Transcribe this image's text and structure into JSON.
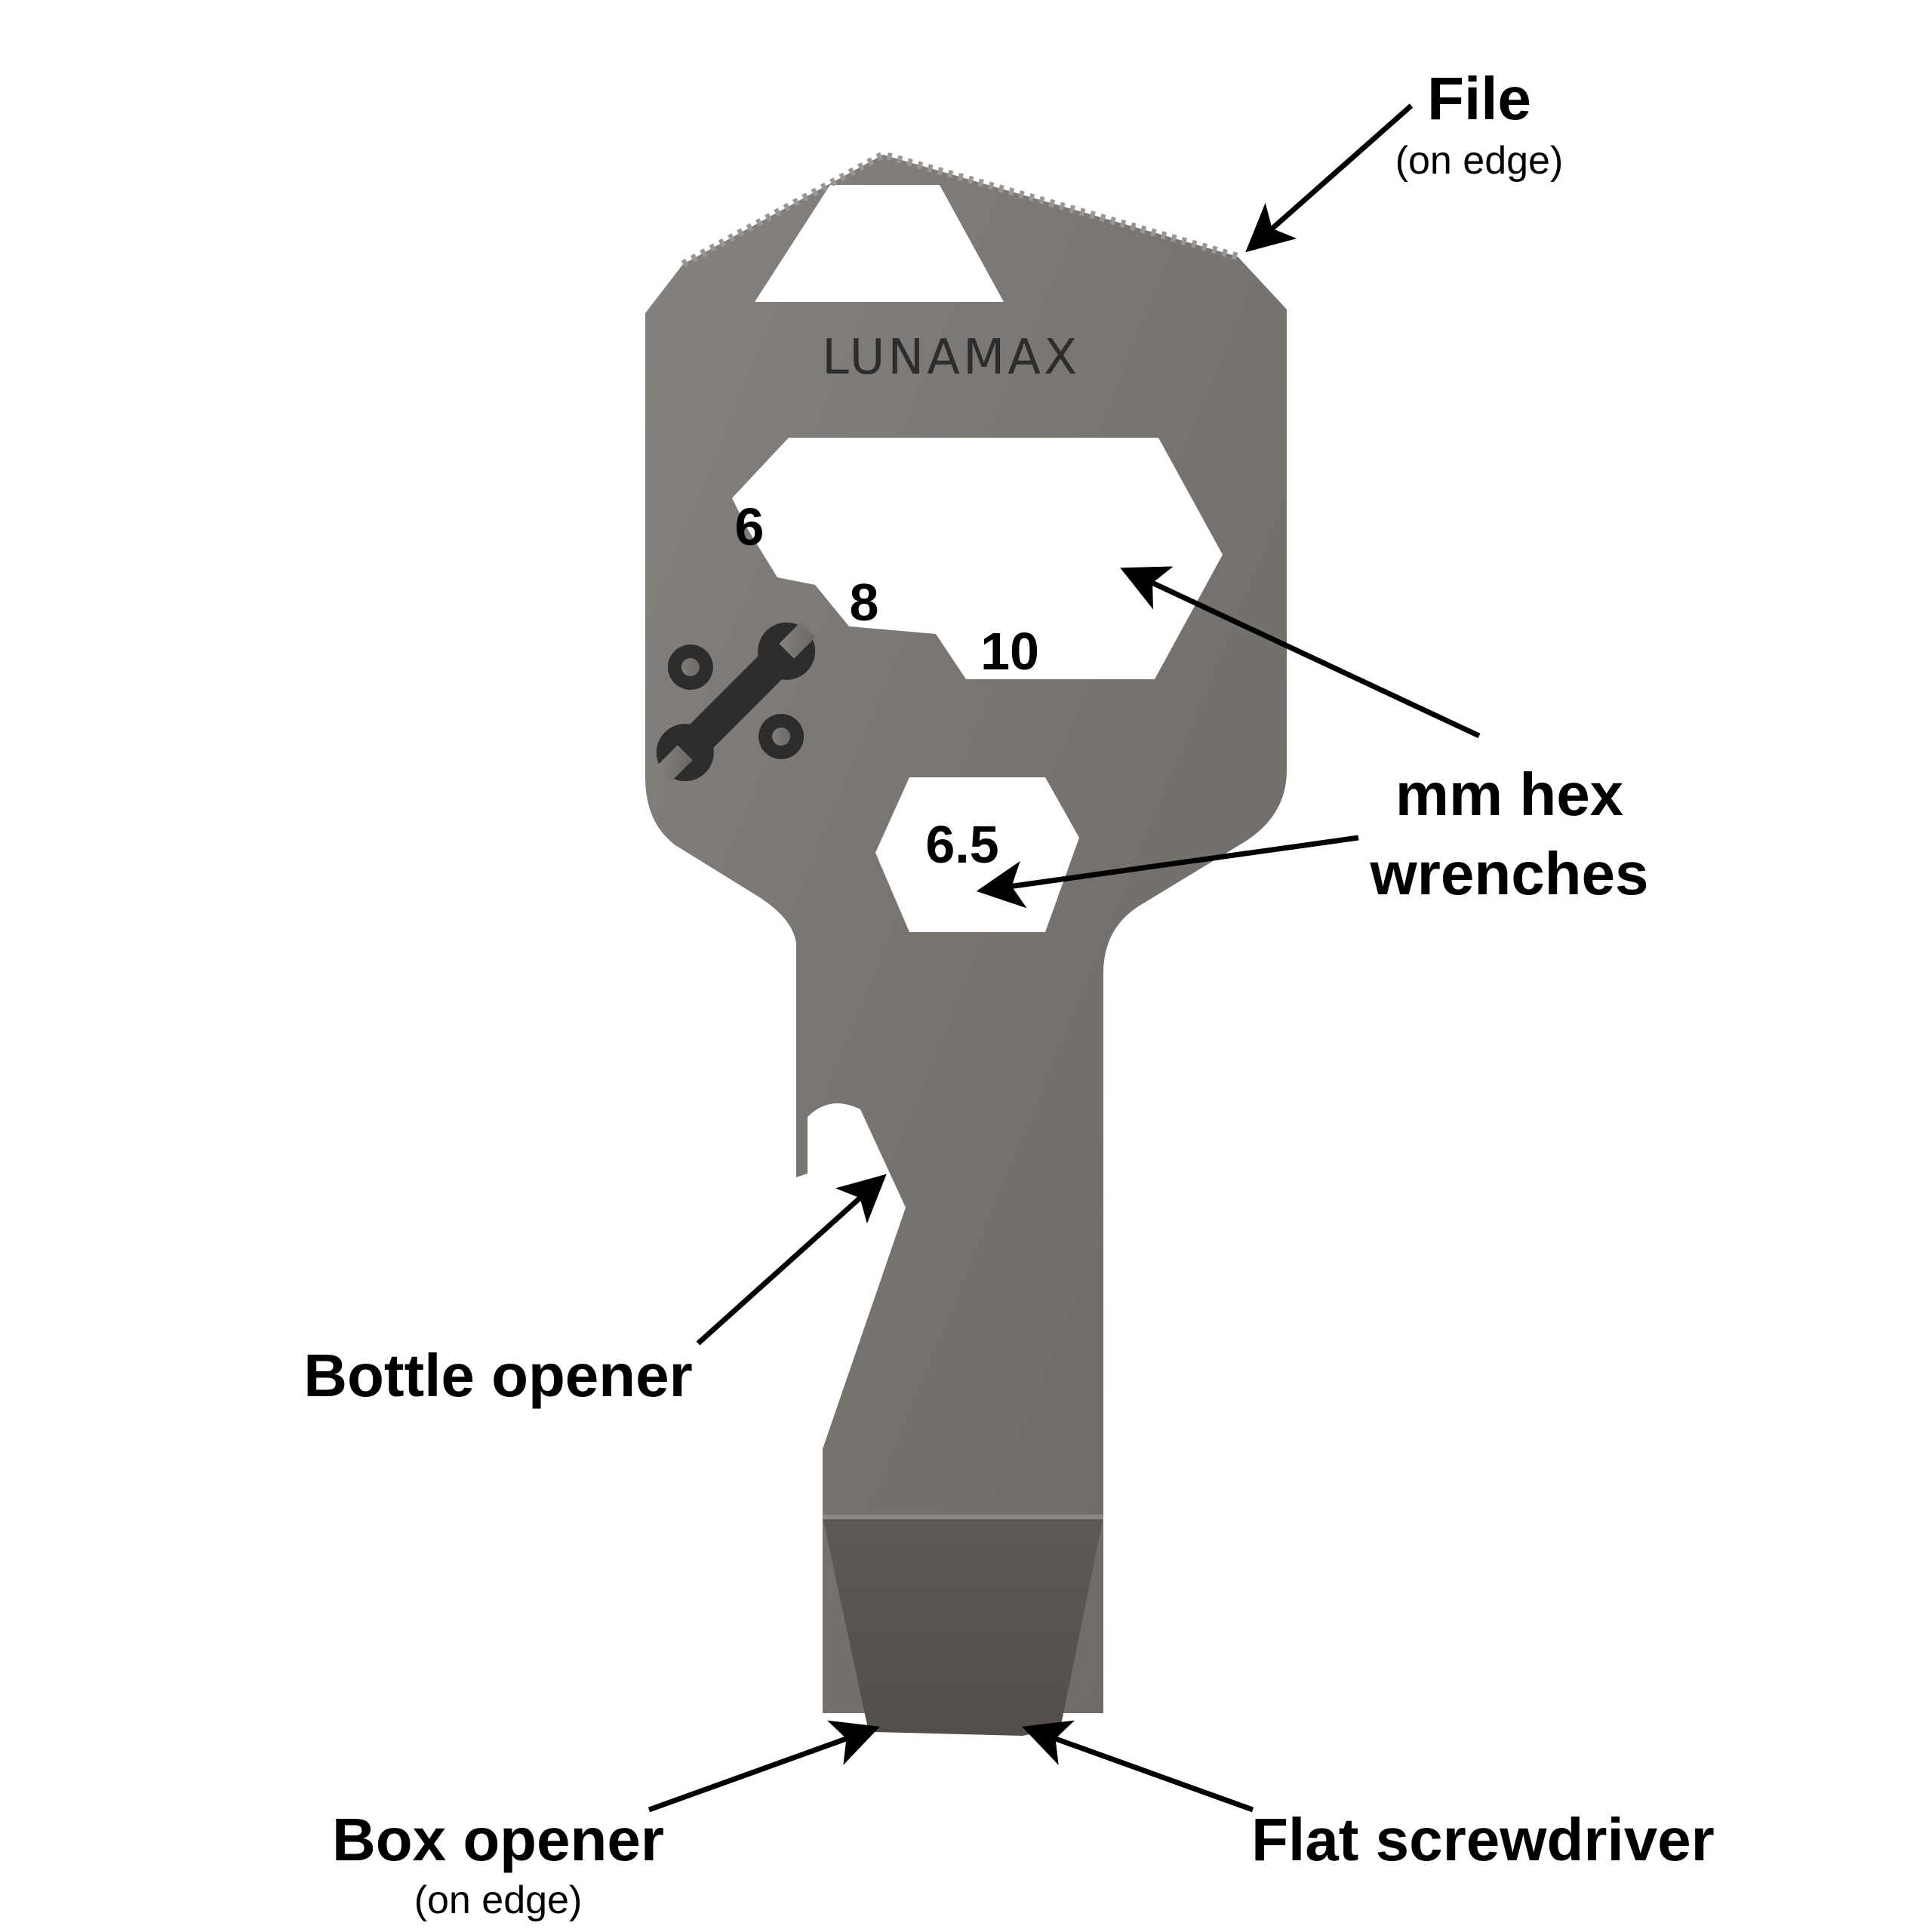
{
  "tool": {
    "brand": "LUNAMAX",
    "hex_sizes": [
      "6",
      "8",
      "10"
    ],
    "hex_hole_size": "6.5",
    "colors": {
      "metal": "#7a7673",
      "metal_dark": "#605a57",
      "metal_edge": "#8a8683",
      "engraving": "#2d2d2d",
      "background": "#ffffff"
    }
  },
  "callouts": {
    "file": {
      "title": "File",
      "note": "(on edge)"
    },
    "hex": {
      "line1": "mm hex",
      "line2": "wrenches"
    },
    "bottle": {
      "title": "Bottle opener"
    },
    "box": {
      "title": "Box opener",
      "note": "(on edge)"
    },
    "screwdriver": {
      "title": "Flat screwdriver"
    }
  },
  "icons": [
    "wrench-gear-icon"
  ]
}
